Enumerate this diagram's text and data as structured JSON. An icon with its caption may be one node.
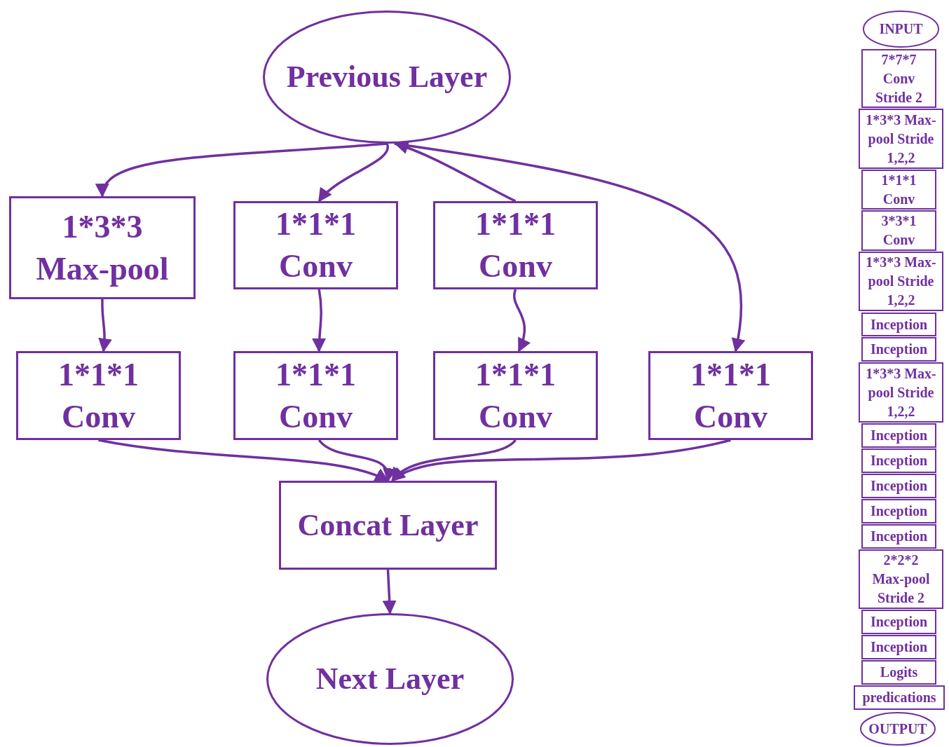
{
  "diagram": {
    "nodes": [
      {
        "text": [
          "Previous Layer"
        ]
      },
      {
        "text": [
          "1*3*3 Max-pool"
        ]
      },
      {
        "text": [
          "1*1*1 Conv"
        ]
      },
      {
        "text": [
          "1*1*1 Conv"
        ]
      },
      {
        "text": [
          "1*1*1 Conv"
        ]
      },
      {
        "text": [
          "1*1*1 Conv"
        ]
      },
      {
        "text": [
          "1*1*1 Conv"
        ]
      },
      {
        "text": [
          "1*1*1 Conv"
        ]
      },
      {
        "text": [
          "Concat Layer"
        ]
      },
      {
        "text": [
          "Next Layer"
        ]
      },
      {
        "text": [
          "INPUT"
        ]
      },
      {
        "text": [
          "7*7*7 Conv Stride 2"
        ]
      },
      {
        "text": [
          "1*3*3 Max-pool Stride 1,2,2"
        ]
      },
      {
        "text": [
          "1*1*1 Conv"
        ]
      },
      {
        "text": [
          "3*3*1 Conv"
        ]
      },
      {
        "text": [
          "1*3*3 Max-pool Stride 1,2,2"
        ]
      },
      {
        "text": [
          "Inception"
        ]
      },
      {
        "text": [
          "Inception"
        ]
      },
      {
        "text": [
          "1*3*3 Max-pool Stride 1,2,2"
        ]
      },
      {
        "text": [
          "Inception"
        ]
      },
      {
        "text": [
          "Inception"
        ]
      },
      {
        "text": [
          "Inception"
        ]
      },
      {
        "text": [
          "Inception"
        ]
      },
      {
        "text": [
          "Inception"
        ]
      },
      {
        "text": [
          "2*2*2 Max-pool Stride 2"
        ]
      },
      {
        "text": [
          "Inception"
        ]
      },
      {
        "text": [
          "Inception"
        ]
      },
      {
        "text": [
          "Logits"
        ]
      },
      {
        "text": [
          "predications"
        ]
      },
      {
        "text": [
          "OUTPUT"
        ]
      }
    ],
    "edges": [
      {
        "from": 0,
        "to": 1,
        "arrow": "to"
      },
      {
        "from": 0,
        "to": 2,
        "arrow": "to"
      },
      {
        "from": 3,
        "to": 0,
        "arrow": "to"
      },
      {
        "from": 0,
        "to": 7,
        "arrow": "to"
      },
      {
        "from": 1,
        "to": 4,
        "arrow": "to"
      },
      {
        "from": 2,
        "to": 5,
        "arrow": "to"
      },
      {
        "from": 3,
        "to": 6,
        "arrow": "to"
      },
      {
        "from": 4,
        "to": 8,
        "arrow": "to"
      },
      {
        "from": 5,
        "to": 8,
        "arrow": "to"
      },
      {
        "from": 6,
        "to": 8,
        "arrow": "to"
      },
      {
        "from": 7,
        "to": 8,
        "arrow": "to"
      },
      {
        "from": 8,
        "to": 9,
        "arrow": "to"
      }
    ]
  }
}
